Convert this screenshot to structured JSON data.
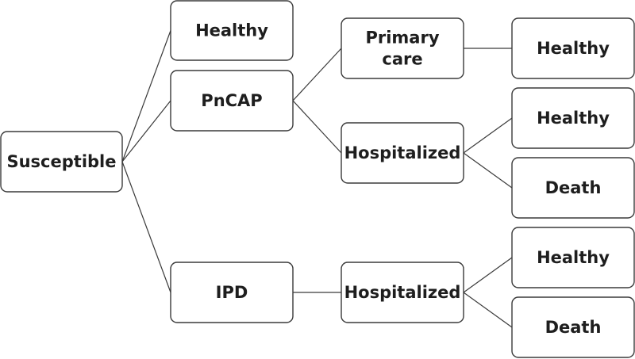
{
  "nodes": {
    "susceptible": {
      "label": [
        "Susceptible"
      ]
    },
    "healthy_top": {
      "label": [
        "Healthy"
      ]
    },
    "pncap": {
      "label": [
        "PnCAP"
      ]
    },
    "ipd": {
      "label": [
        "IPD"
      ]
    },
    "primary_care": {
      "label": [
        "Primary",
        "care"
      ]
    },
    "hospitalized_pncap": {
      "label": [
        "Hospitalized"
      ]
    },
    "hospitalized_ipd": {
      "label": [
        "Hospitalized"
      ]
    },
    "healthy_primary": {
      "label": [
        "Healthy"
      ]
    },
    "healthy_hosp_pncap": {
      "label": [
        "Healthy"
      ]
    },
    "death_hosp_pncap": {
      "label": [
        "Death"
      ]
    },
    "healthy_hosp_ipd": {
      "label": [
        "Healthy"
      ]
    },
    "death_hosp_ipd": {
      "label": [
        "Death"
      ]
    }
  },
  "edges": [
    [
      "susceptible",
      "healthy_top"
    ],
    [
      "susceptible",
      "pncap"
    ],
    [
      "susceptible",
      "ipd"
    ],
    [
      "pncap",
      "primary_care"
    ],
    [
      "pncap",
      "hospitalized_pncap"
    ],
    [
      "primary_care",
      "healthy_primary"
    ],
    [
      "hospitalized_pncap",
      "healthy_hosp_pncap"
    ],
    [
      "hospitalized_pncap",
      "death_hosp_pncap"
    ],
    [
      "ipd",
      "hospitalized_ipd"
    ],
    [
      "hospitalized_ipd",
      "healthy_hosp_ipd"
    ],
    [
      "hospitalized_ipd",
      "death_hosp_ipd"
    ]
  ]
}
